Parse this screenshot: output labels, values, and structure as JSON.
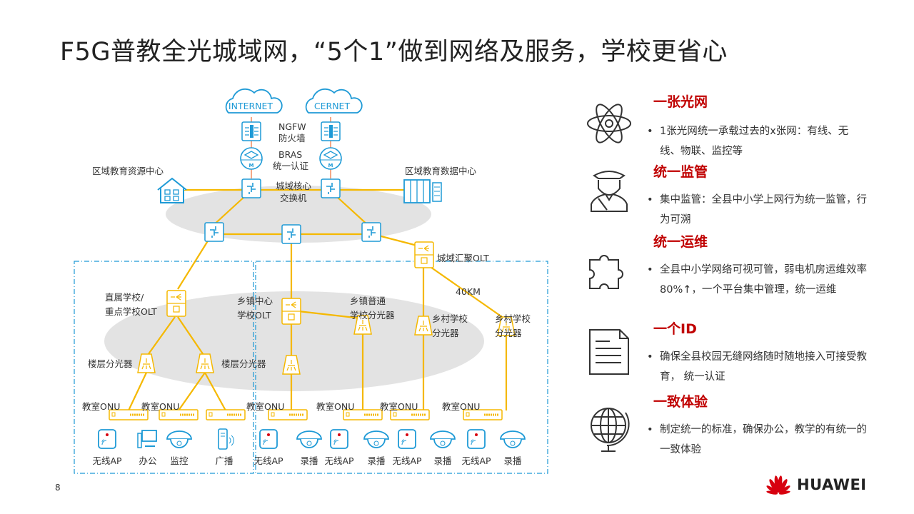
{
  "title": "F5G普教全光城域网，“5个1”做到网络及服务，学校更省心",
  "colors": {
    "accent_red": "#c00000",
    "device_blue": "#1e9ad6",
    "fiber_orange": "#f5b800",
    "ellipse_gray": "#e3e3e3"
  },
  "diagram": {
    "clouds": [
      "INTERNET",
      "CERNET"
    ],
    "ngfw": "NGFW",
    "firewall": "防火墙",
    "bras": "BRAS",
    "unified_auth": "统一认证",
    "core_1": "城域核心",
    "core_2": "交换机",
    "resource_center": "区域教育资源中心",
    "data_center": "区域教育数据中心",
    "metro_olt": "城域汇聚OLT",
    "distance": "40KM",
    "direct_school_olt_1": "直属学校/",
    "direct_school_olt_2": "重点学校OLT",
    "town_center_olt_1": "乡镇中心",
    "town_center_olt_2": "学校OLT",
    "town_splitter_1": "乡镇普通",
    "town_splitter_2": "学校分光器",
    "village_splitter_1": "乡村学校",
    "village_splitter_2": "分光器",
    "floor_splitter": "楼层分光器",
    "onu_labels": [
      "教室ONU",
      "教室ONU",
      "教室ONU",
      "教室ONU",
      "教室ONU",
      "教室ONU"
    ],
    "endpoints": [
      {
        "label": "无线AP",
        "icon": "wireless-ap-icon"
      },
      {
        "label": "办公",
        "icon": "computer-icon"
      },
      {
        "label": "监控",
        "icon": "camera-icon"
      },
      {
        "label": "广播",
        "icon": "speaker-icon"
      },
      {
        "label": "无线AP",
        "icon": "wireless-ap-icon"
      },
      {
        "label": "录播",
        "icon": "camera-icon"
      },
      {
        "label": "无线AP",
        "icon": "wireless-ap-icon"
      },
      {
        "label": "录播",
        "icon": "camera-icon"
      },
      {
        "label": "无线AP",
        "icon": "wireless-ap-icon"
      },
      {
        "label": "录播",
        "icon": "camera-icon"
      },
      {
        "label": "无线AP",
        "icon": "wireless-ap-icon"
      },
      {
        "label": "录播",
        "icon": "camera-icon"
      }
    ]
  },
  "features": [
    {
      "title": "一张光网",
      "icon": "atom-icon",
      "text": "1张光网统一承载过去的x张网：有线、无线、物联、监控等"
    },
    {
      "title": "统一监管",
      "icon": "officer-icon",
      "text": "集中监管：全县中小学上网行为统一监管，行为可溯"
    },
    {
      "title": "统一运维",
      "icon": "puzzle-icon",
      "text": "全县中小学网络可视可管，弱电机房运维效率 80%↑，一个平台集中管理，统一运维"
    },
    {
      "title": "一个ID",
      "icon": "document-icon",
      "text": "确保全县校园无缝网络随时随地接入可接受教育， 统一认证"
    },
    {
      "title": "一致体验",
      "icon": "globe-icon",
      "text": "制定统一的标准，确保办公，教学的有统一的一致体验"
    }
  ],
  "page_number": "8",
  "logo": {
    "text": "HUAWEI"
  }
}
